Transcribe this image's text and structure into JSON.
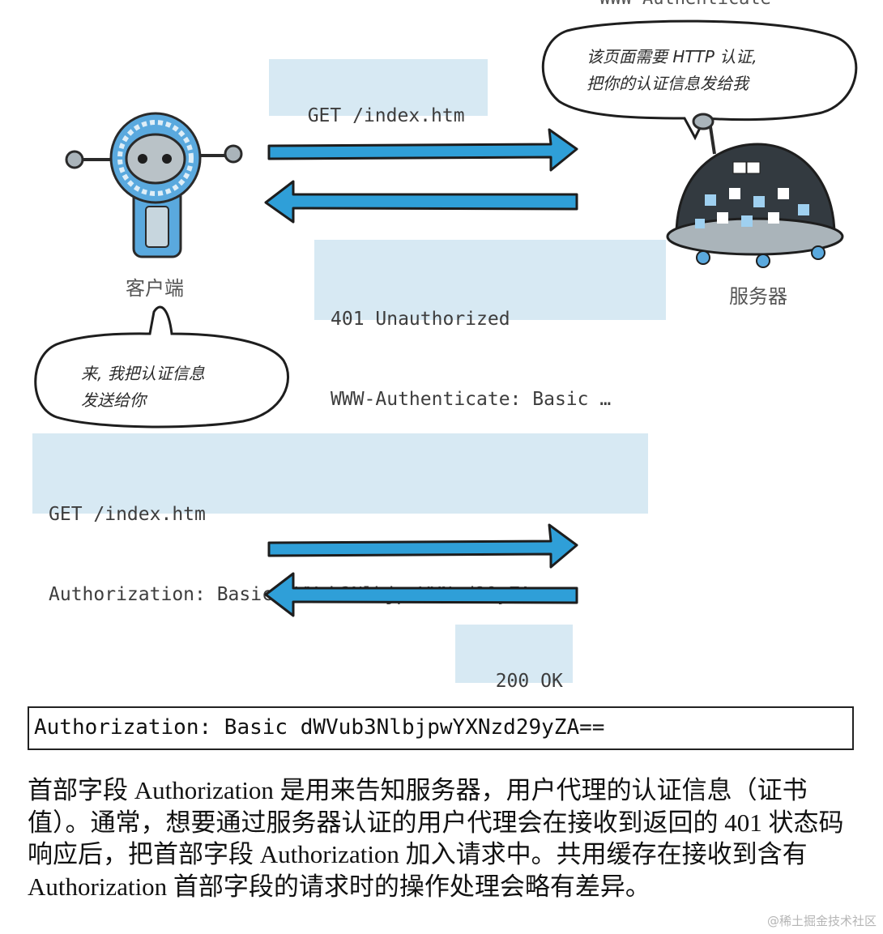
{
  "top_cut_text": "WWW-Authenticate",
  "client_label": "客户端",
  "server_label": "服务器",
  "server_bubble": {
    "line1": "该页面需要 HTTP 认证,",
    "line2": "把你的认证信息发给我"
  },
  "client_bubble": {
    "line1": "来, 我把认证信息",
    "line2": "发送给你"
  },
  "messages": {
    "request1": "GET /index.htm",
    "response1_line1": "401 Unauthorized",
    "response1_line2": "WWW-Authenticate: Basic …",
    "request2_line1": "GET /index.htm",
    "request2_line2": "Authorization: Basic dWVub3NlbjpwYXNzd29yZA==",
    "response2": "200 OK"
  },
  "code_line": "Authorization: Basic dWVub3NlbjpwYXNzd29yZA==",
  "paragraph": "首部字段 Authorization 是用来告知服务器，用户代理的认证信息（证书值）。通常，想要通过服务器认证的用户代理会在接收到返回的 401 状态码响应后，把首部字段 Authorization 加入请求中。共用缓存在接收到含有 Authorization 首部字段的请求时的操作处理会略有差异。",
  "watermark": "@稀土掘金技术社区",
  "colors": {
    "message_bg": "#d7e9f3",
    "arrow": "#2f9fd8",
    "arrow_outline": "#1d1d1d",
    "robot_blue": "#5aa9de",
    "server_dark": "#333a40"
  }
}
